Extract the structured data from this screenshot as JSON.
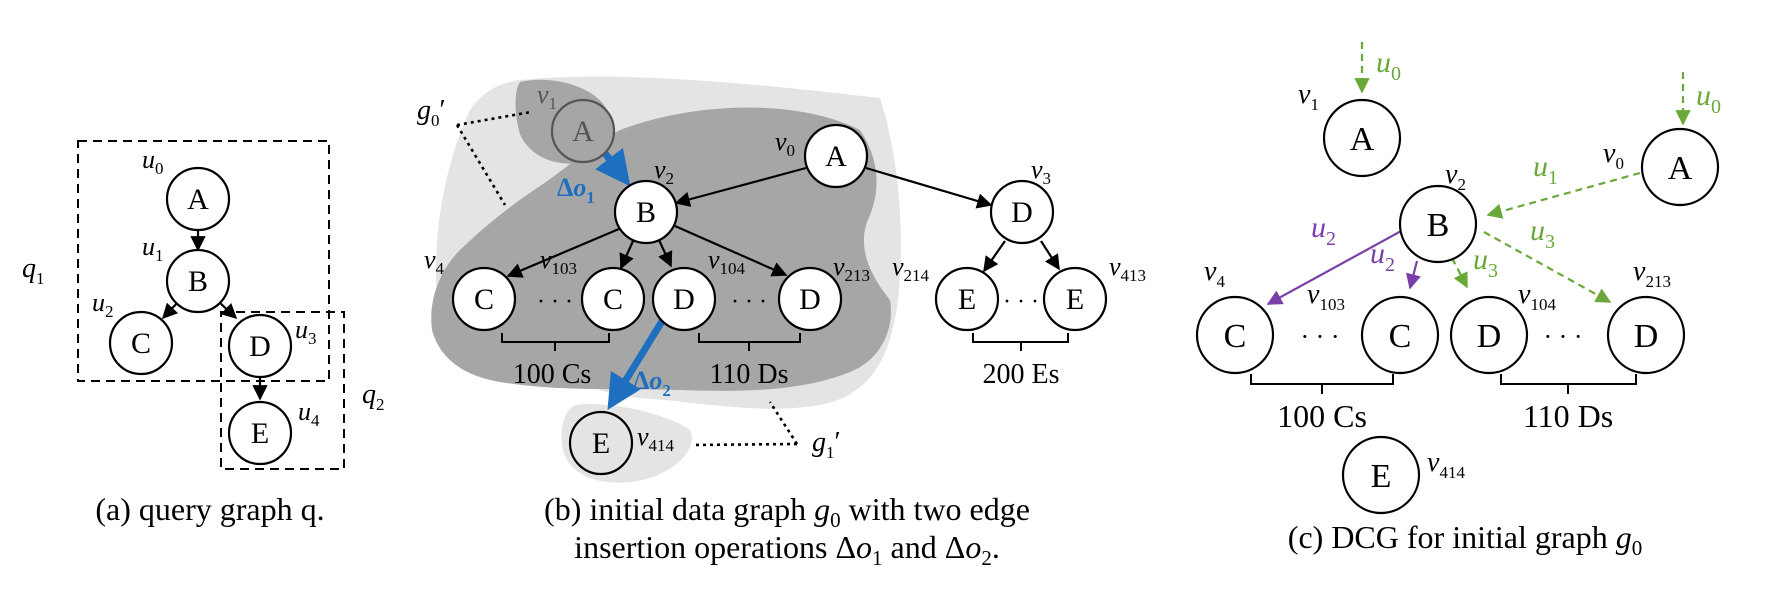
{
  "panel_a": {
    "caption": "(a) query graph q.",
    "nodes": {
      "A": {
        "label": "A",
        "name": "u",
        "sub": "0"
      },
      "B": {
        "label": "B",
        "name": "u",
        "sub": "1"
      },
      "C": {
        "label": "C",
        "name": "u",
        "sub": "2"
      },
      "D": {
        "label": "D",
        "name": "u",
        "sub": "3"
      },
      "E": {
        "label": "E",
        "name": "u",
        "sub": "4"
      }
    },
    "subquery_1": {
      "name": "q",
      "sub": "1"
    },
    "subquery_2": {
      "name": "q",
      "sub": "2"
    }
  },
  "panel_b": {
    "caption_line1_pre": "(b) initial data graph ",
    "caption_line1_var": "g",
    "caption_line1_sub": "0",
    "caption_line1_post": " with two edge",
    "caption_line2_pre": "insertion operations Δ",
    "caption_line2_o": "o",
    "caption_line2_sub1": "1",
    "caption_line2_mid": " and Δ",
    "caption_line2_sub2": "2",
    "caption_line2_post": ".",
    "g0_label": {
      "name": "g",
      "sub": "0",
      "prime": "′"
    },
    "g1_label": {
      "name": "g",
      "sub": "1",
      "prime": "′"
    },
    "delta1": {
      "prefix": "Δ",
      "name": "o",
      "sub": "1"
    },
    "delta2": {
      "prefix": "Δ",
      "name": "o",
      "sub": "2"
    },
    "nodes": {
      "v1": {
        "label": "A",
        "name": "v",
        "sub": "1"
      },
      "v0": {
        "label": "A",
        "name": "v",
        "sub": "0"
      },
      "v2": {
        "label": "B",
        "name": "v",
        "sub": "2"
      },
      "v3": {
        "label": "D",
        "name": "v",
        "sub": "3"
      },
      "v4": {
        "label": "C",
        "name": "v",
        "sub": "4"
      },
      "v103": {
        "label": "C",
        "name": "v",
        "sub": "103"
      },
      "v104": {
        "label": "D",
        "name": "v",
        "sub": "104"
      },
      "v213": {
        "label": "D",
        "name": "v",
        "sub": "213"
      },
      "v214": {
        "label": "E",
        "name": "v",
        "sub": "214"
      },
      "v413": {
        "label": "E",
        "name": "v",
        "sub": "413"
      },
      "v414": {
        "label": "E",
        "name": "v",
        "sub": "414"
      }
    },
    "ellipsis": "· · ·",
    "brace_cs": "100 Cs",
    "brace_ds": "110 Ds",
    "brace_es": "200 Es"
  },
  "panel_c": {
    "caption_pre": "(c) DCG for initial graph ",
    "caption_var": "g",
    "caption_sub": "0",
    "nodes": {
      "v1": {
        "label": "A",
        "name": "v",
        "sub": "1"
      },
      "v0": {
        "label": "A",
        "name": "v",
        "sub": "0"
      },
      "v2": {
        "label": "B",
        "name": "v",
        "sub": "2"
      },
      "v4": {
        "label": "C",
        "name": "v",
        "sub": "4"
      },
      "v103": {
        "label": "C",
        "name": "v",
        "sub": "103"
      },
      "v104": {
        "label": "D",
        "name": "v",
        "sub": "104"
      },
      "v213": {
        "label": "D",
        "name": "v",
        "sub": "213"
      },
      "v414": {
        "label": "E",
        "name": "v",
        "sub": "414"
      }
    },
    "edge_labels": {
      "u0": {
        "name": "u",
        "sub": "0"
      },
      "u1": {
        "name": "u",
        "sub": "1"
      },
      "u2": {
        "name": "u",
        "sub": "2"
      },
      "u3": {
        "name": "u",
        "sub": "3"
      }
    },
    "ellipsis": "· · ·",
    "brace_cs": "100 Cs",
    "brace_ds": "110 Ds"
  },
  "colors": {
    "green_edge": "#6aa83a",
    "purple_edge": "#7a3fa8",
    "blue_insert": "#1f6fc1",
    "dark_region": "#a6a6a6",
    "light_region": "#e4e4e4",
    "faded_node": "#d0d0d0"
  }
}
